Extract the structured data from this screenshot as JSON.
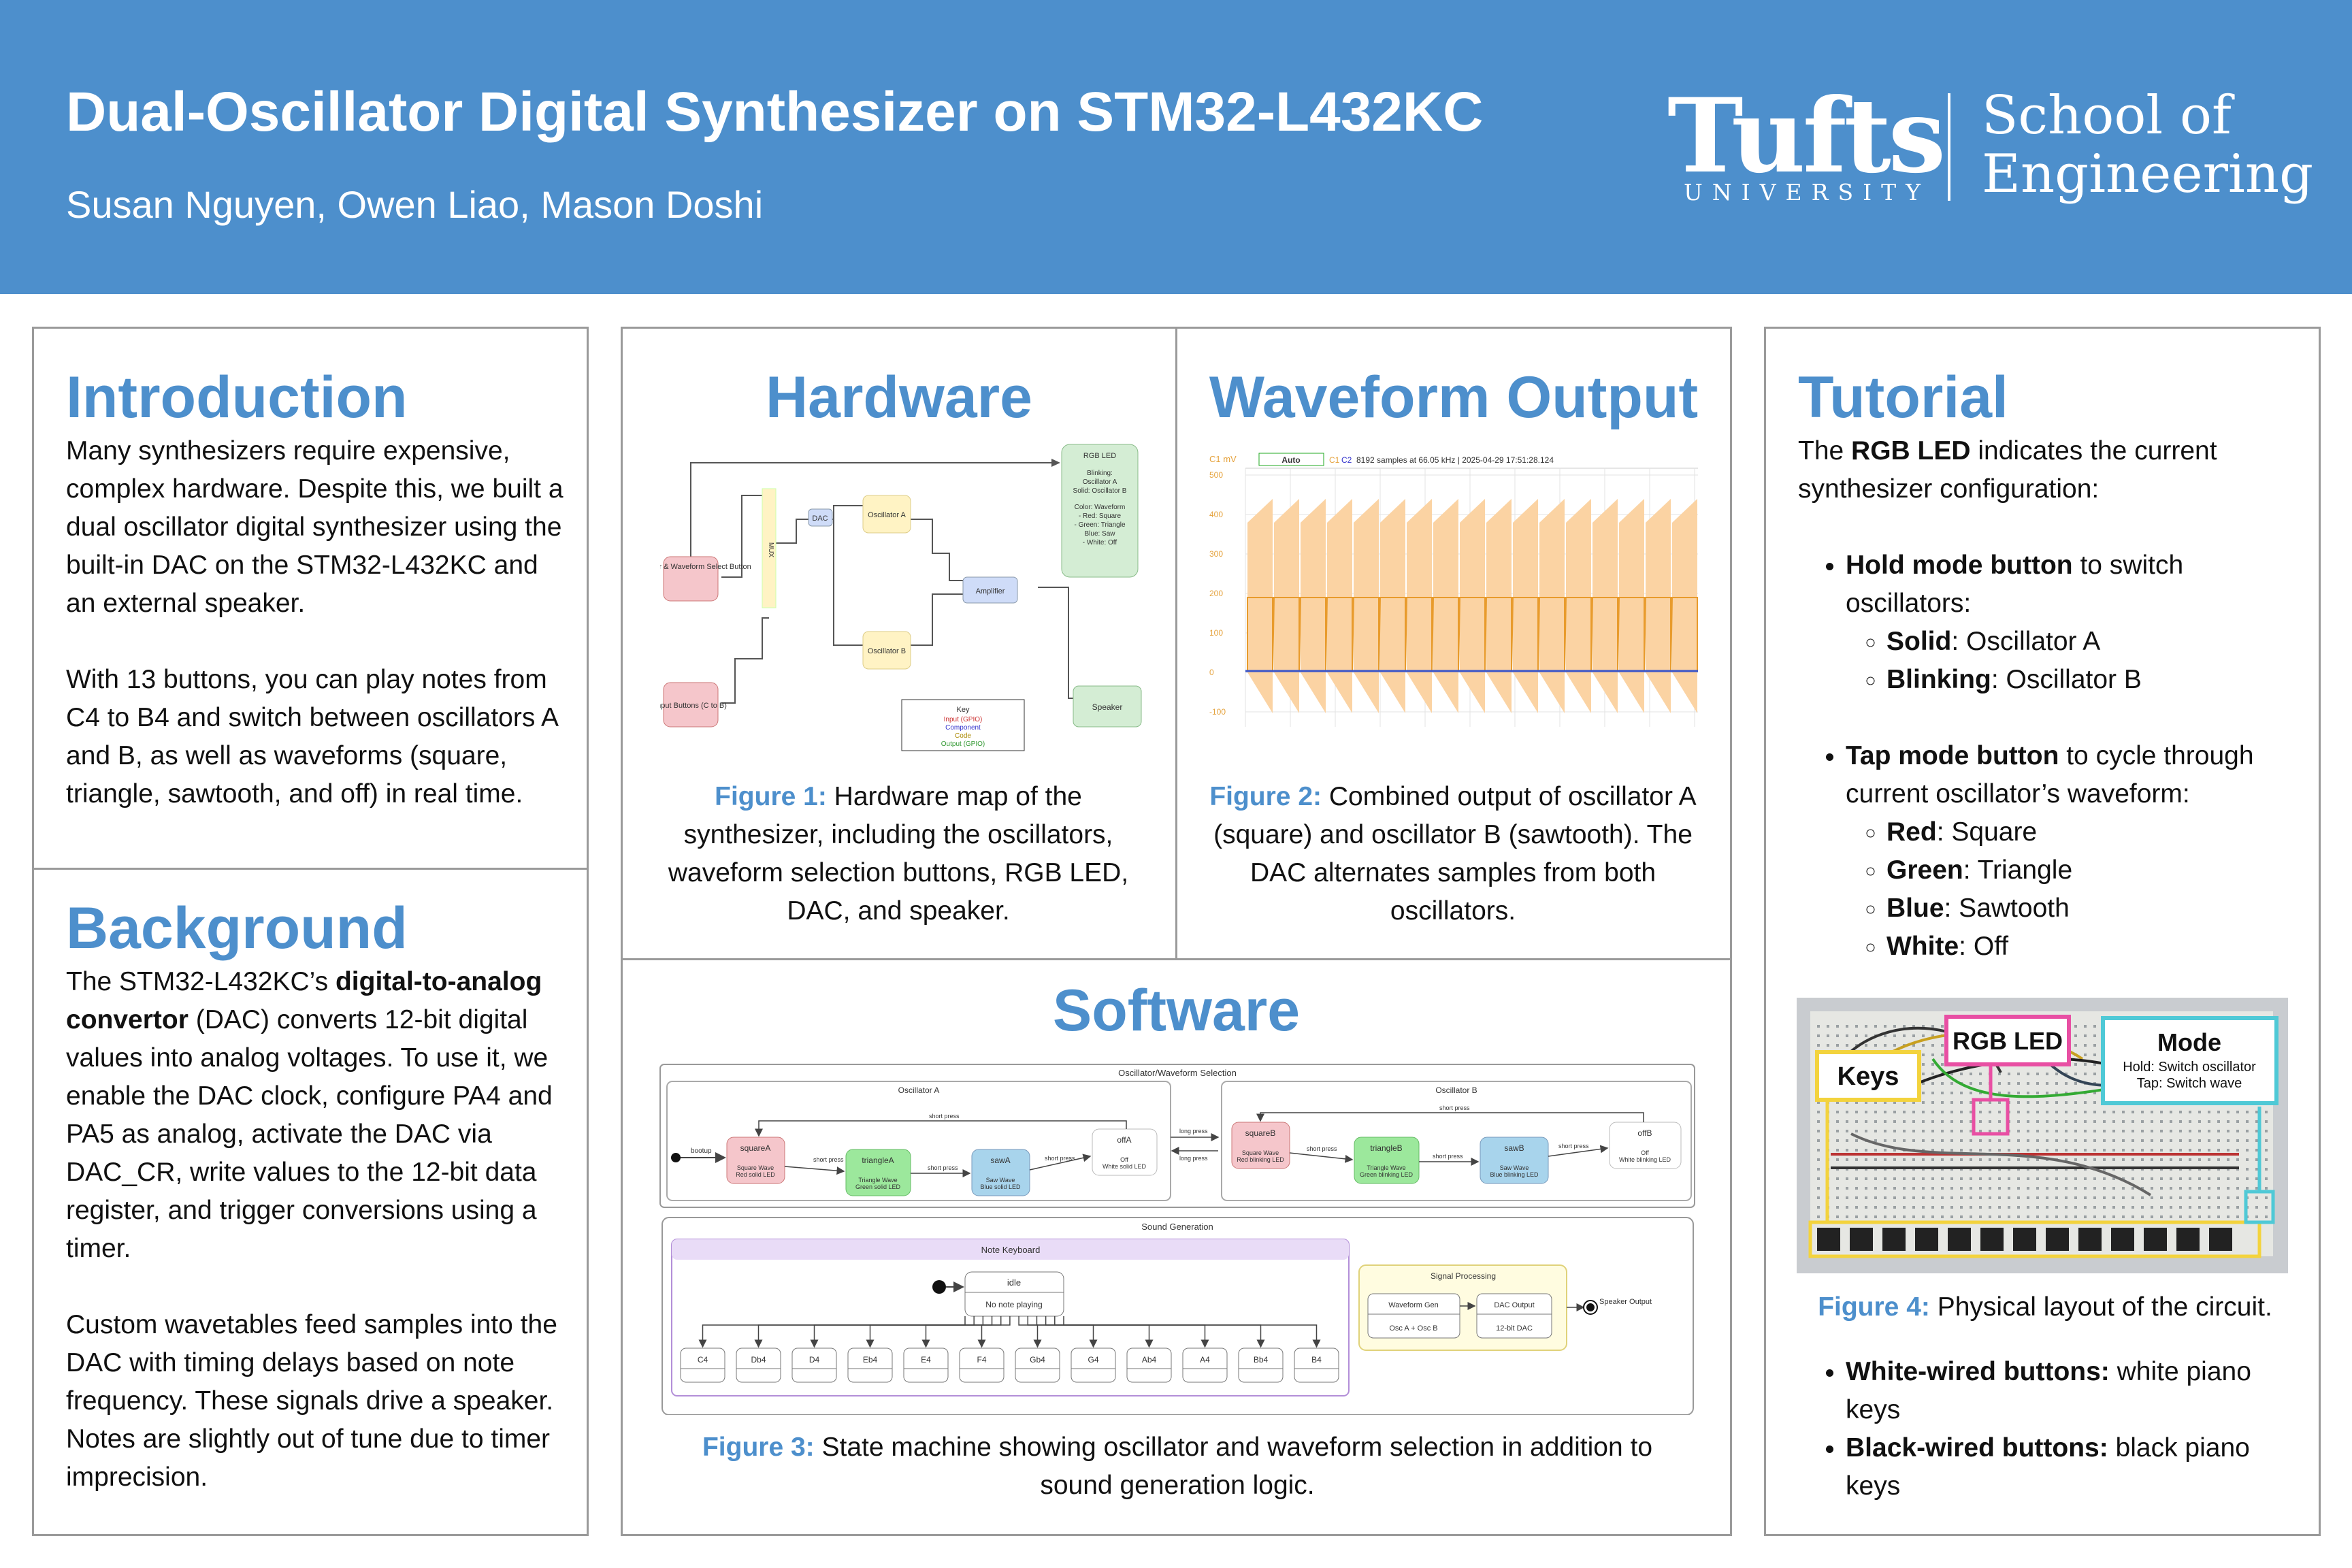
{
  "header": {
    "title": "Dual-Oscillator Digital Synthesizer on STM32-L432KC",
    "authors": "Susan Nguyen, Owen Liao, Mason Doshi",
    "logo_main": "Tufts",
    "logo_sub": "UNIVERSITY",
    "logo_school_line1": "School of",
    "logo_school_line2": "Engineering"
  },
  "colors": {
    "header_bg": "#4d8fcc",
    "heading": "#4d8fcc",
    "panel_border": "#9a9a9a"
  },
  "introduction": {
    "heading": "Introduction",
    "p1": "Many synthesizers require expensive, complex hardware. Despite this, we built a dual oscillator digital synthesizer using the built-in DAC on the STM32-L432KC and an external speaker.",
    "p2": "With 13 buttons, you can play notes from C4 to B4 and switch between oscillators A and B, as well as waveforms (square, triangle, sawtooth, and off) in real time."
  },
  "background": {
    "heading": "Background",
    "p1_pre": "The STM32-L432KC’s ",
    "p1_bold": "digital-to-analog convertor",
    "p1_post": " (DAC) converts 12-bit digital values into analog voltages. To use it, we enable the DAC clock, configure PA4 and PA5 as analog, activate the DAC via DAC_CR, write values to the 12-bit data register, and trigger conversions using a timer.",
    "p2": "Custom wavetables feed samples into the DAC with timing delays based on note frequency. These signals drive a speaker. Notes are slightly out of tune due to timer imprecision."
  },
  "hardware": {
    "heading": "Hardware",
    "fig_label": "Figure 1:",
    "caption": " Hardware map of the synthesizer, including the oscillators, waveform selection buttons, RGB LED, DAC, and speaker.",
    "blocks": {
      "osc_select": "Oscillator & Waveform Select Button",
      "input_buttons": "Input Buttons (C to B)",
      "mux": "MUX",
      "dac": "DAC",
      "osc_a": "Oscillator A",
      "osc_b": "Oscillator B",
      "amplifier": "Amplifier",
      "speaker": "Speaker",
      "rgb_title": "RGB LED",
      "rgb_l1": "Blinking:",
      "rgb_l2": "Oscillator A",
      "rgb_l3": "Solid: Oscillator B",
      "rgb_l4": "Color: Waveform",
      "rgb_l5": "- Red: Square",
      "rgb_l6": "- Green: Triangle",
      "rgb_l7": "Blue: Saw",
      "rgb_l8": "- White: Off",
      "key_title": "Key",
      "key_input": "Input (GPIO)",
      "key_component": "Component",
      "key_code": "Code",
      "key_output": "Output (GPIO)"
    }
  },
  "waveform": {
    "heading": "Waveform Output",
    "fig_label": "Figure 2:",
    "caption": " Combined output of oscillator A (square) and oscillator B (sawtooth). The DAC alternates samples from both oscillators.",
    "scope": {
      "ch": "C1 mV",
      "mode": "Auto",
      "c1": "C1",
      "c2": "C2",
      "info": "8192 samples at 66.05 kHz | 2025-04-29 17:51:28.124",
      "yticks": [
        "500",
        "400",
        "300",
        "200",
        "100",
        "0",
        "-100"
      ]
    }
  },
  "software": {
    "heading": "Software",
    "fig_label": "Figure 3:",
    "caption": " State machine showing oscillator and waveform selection in addition to sound generation logic.",
    "sm": {
      "outer_title": "Oscillator/Waveform Selection",
      "osc_a_title": "Oscillator A",
      "osc_b_title": "Oscillator B",
      "bootup": "bootup",
      "short_press": "short press",
      "long_press": "long press",
      "square_a": "squareA",
      "square_a_desc1": "Square Wave",
      "square_a_desc2": "Red solid LED",
      "triangle_a": "triangleA",
      "triangle_a_desc1": "Triangle Wave",
      "triangle_a_desc2": "Green solid LED",
      "saw_a": "sawA",
      "saw_a_desc1": "Saw Wave",
      "saw_a_desc2": "Blue solid LED",
      "off_a": "offA",
      "off_a_desc1": "Off",
      "off_a_desc2": "White solid LED",
      "square_b": "squareB",
      "square_b_desc1": "Square Wave",
      "square_b_desc2": "Red blinking LED",
      "triangle_b": "triangleB",
      "triangle_b_desc1": "Triangle Wave",
      "triangle_b_desc2": "Green blinking LED",
      "saw_b": "sawB",
      "saw_b_desc1": "Saw Wave",
      "saw_b_desc2": "Blue blinking LED",
      "off_b": "offB",
      "off_b_desc1": "Off",
      "off_b_desc2": "White blinking LED",
      "sound_gen": "Sound Generation",
      "note_keyboard": "Note Keyboard",
      "idle": "idle",
      "no_note": "No note playing",
      "notes": [
        "C4",
        "Db4",
        "D4",
        "Eb4",
        "E4",
        "F4",
        "Gb4",
        "G4",
        "Ab4",
        "A4",
        "Bb4",
        "B4"
      ],
      "signal_processing": "Signal Processing",
      "waveform_gen": "Waveform Gen",
      "osc_a_plus_b": "Osc A + Osc B",
      "dac_output": "DAC Output",
      "dac_12bit": "12-bit DAC",
      "speaker_output": "Speaker Output"
    }
  },
  "tutorial": {
    "heading": "Tutorial",
    "intro_pre": "The ",
    "intro_bold": "RGB LED",
    "intro_post": " indicates the current synthesizer configuration:",
    "hold_bold": "Hold mode button",
    "hold_post": " to switch oscillators:",
    "solid_bold": "Solid",
    "solid_post": ": Oscillator A",
    "blinking_bold": "Blinking",
    "blinking_post": ": Oscillator B",
    "tap_bold": "Tap mode button",
    "tap_post": " to cycle through current oscillator’s waveform:",
    "red_bold": "Red",
    "red_post": ": Square",
    "green_bold": "Green",
    "green_post": ": Triangle",
    "blue_bold": "Blue",
    "blue_post": ": Sawtooth",
    "white_bold": "White",
    "white_post": ": Off",
    "photo": {
      "keys": "Keys",
      "rgb_led": "RGB LED",
      "mode": "Mode",
      "mode_l1": "Hold: Switch oscillator",
      "mode_l2": "Tap: Switch wave"
    },
    "fig_label": "Figure 4:",
    "caption": " Physical layout of the circuit.",
    "white_wired_bold": "White-wired buttons:",
    "white_wired_post": " white piano keys",
    "black_wired_bold": "Black-wired buttons:",
    "black_wired_post": " black piano keys"
  }
}
